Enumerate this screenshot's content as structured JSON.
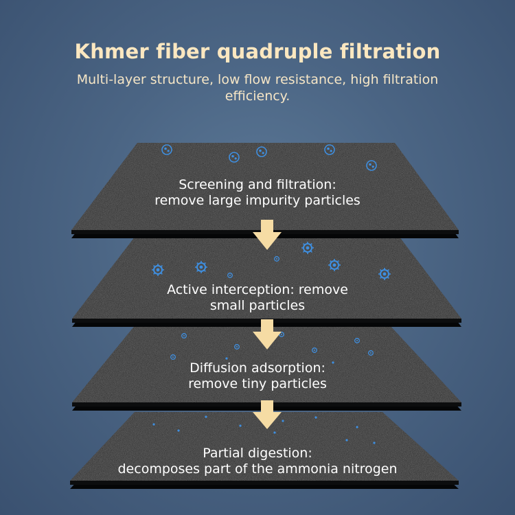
{
  "header": {
    "title": "Khmer fiber quadruple filtration",
    "subtitle": "Multi-layer structure, low flow resistance, high filtration efficiency."
  },
  "layers": [
    {
      "line1": "Screening and filtration:",
      "line2": "remove large impurity particles"
    },
    {
      "line1": "Active interception: remove",
      "line2": "small particles"
    },
    {
      "line1": "Diffusion adsorption:",
      "line2": "remove tiny particles"
    },
    {
      "line1": "Partial digestion:",
      "line2": "decomposes part of the ammonia nitrogen"
    }
  ],
  "colors": {
    "background": "#4b6584",
    "title": "#fbe7c0",
    "layer": "#151617",
    "arrow": "#f6dca4",
    "particle": "#3f8fe0"
  },
  "icons": {
    "arrow": "down-arrow-icon",
    "particles": [
      "bacteria-icon",
      "virus-icon",
      "small-particle-icon",
      "dot-particle-icon"
    ]
  }
}
